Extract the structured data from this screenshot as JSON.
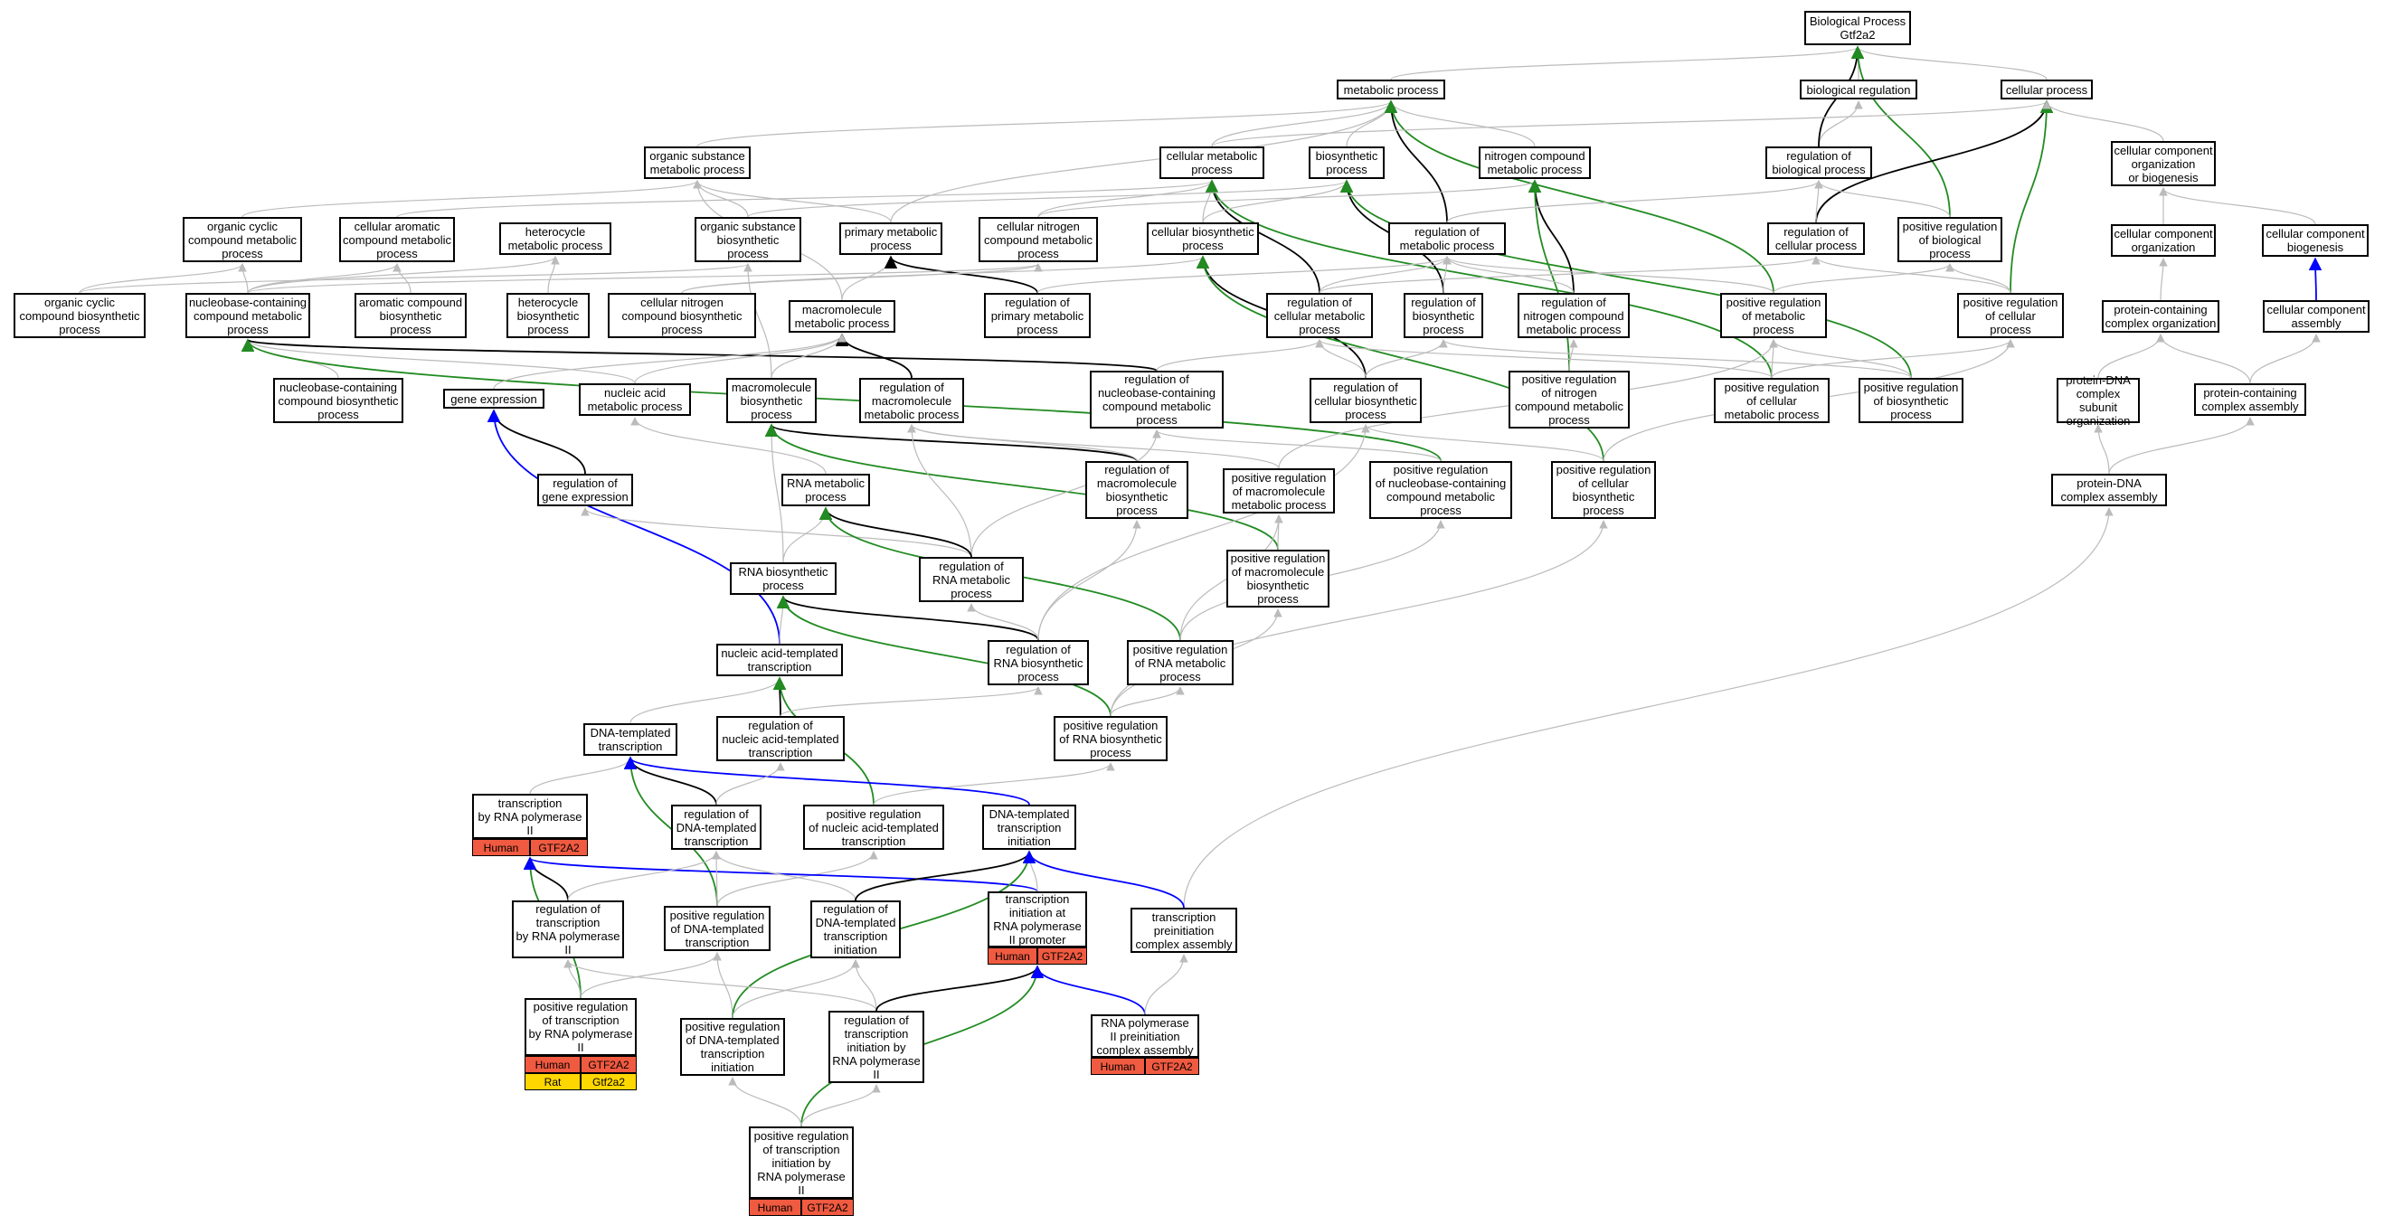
{
  "diagram": {
    "root": "Biological Process\nGtf2a2",
    "edge_colors": {
      "is_a": "#bbbbbb",
      "regulates": "#000000",
      "positively_regulates": "#228b22",
      "part_of": "#0000ff"
    },
    "annotation_colors": {
      "Human": "#f05a40",
      "Rat": "#ffd700"
    }
  },
  "nodes": [
    {
      "id": "bp",
      "label": "Biological Process\nGtf2a2"
    },
    {
      "id": "metabolic",
      "label": "metabolic process"
    },
    {
      "id": "bioreg",
      "label": "biological regulation"
    },
    {
      "id": "cellular",
      "label": "cellular process"
    },
    {
      "id": "orgsub",
      "label": "organic substance\nmetabolic process"
    },
    {
      "id": "cellmet",
      "label": "cellular metabolic\nprocess"
    },
    {
      "id": "biosyn",
      "label": "biosynthetic\nprocess"
    },
    {
      "id": "nitro",
      "label": "nitrogen compound\nmetabolic process"
    },
    {
      "id": "regbio",
      "label": "regulation of\nbiological process"
    },
    {
      "id": "ccob",
      "label": "cellular component\norganization\nor biogenesis"
    },
    {
      "id": "orgcyc",
      "label": "organic cyclic\ncompound metabolic\nprocess"
    },
    {
      "id": "cellarom",
      "label": "cellular aromatic\ncompound metabolic\nprocess"
    },
    {
      "id": "hetmet",
      "label": "heterocycle\nmetabolic process"
    },
    {
      "id": "orgsubbio",
      "label": "organic substance\nbiosynthetic\nprocess"
    },
    {
      "id": "primmet",
      "label": "primary metabolic\nprocess"
    },
    {
      "id": "cellnitmet",
      "label": "cellular nitrogen\ncompound metabolic\nprocess"
    },
    {
      "id": "cellbiosyn",
      "label": "cellular biosynthetic\nprocess"
    },
    {
      "id": "regmet",
      "label": "regulation of\nmetabolic process"
    },
    {
      "id": "regcell",
      "label": "regulation of\ncellular process"
    },
    {
      "id": "posregbio",
      "label": "positive regulation\nof biological\nprocess"
    },
    {
      "id": "ccorg",
      "label": "cellular component\norganization"
    },
    {
      "id": "ccbiog",
      "label": "cellular component\nbiogenesis"
    },
    {
      "id": "orgcycbio",
      "label": "organic cyclic\ncompound biosynthetic\nprocess"
    },
    {
      "id": "nucmet",
      "label": "nucleobase-containing\ncompound metabolic\nprocess"
    },
    {
      "id": "aromb",
      "label": "aromatic compound\nbiosynthetic\nprocess"
    },
    {
      "id": "hetbio",
      "label": "heterocycle\nbiosynthetic\nprocess"
    },
    {
      "id": "cellnitbio",
      "label": "cellular nitrogen\ncompound biosynthetic\nprocess"
    },
    {
      "id": "macromet",
      "label": "macromolecule\nmetabolic process"
    },
    {
      "id": "regprim",
      "label": "regulation of\nprimary metabolic\nprocess"
    },
    {
      "id": "regcellmet",
      "label": "regulation of\ncellular metabolic\nprocess"
    },
    {
      "id": "regbiosyn",
      "label": "regulation of\nbiosynthetic\nprocess"
    },
    {
      "id": "regnitro",
      "label": "regulation of\nnitrogen compound\nmetabolic process"
    },
    {
      "id": "posregmet",
      "label": "positive regulation\nof metabolic\nprocess"
    },
    {
      "id": "posregcell",
      "label": "positive regulation\nof cellular\nprocess"
    },
    {
      "id": "pcco",
      "label": "protein-containing\ncomplex organization"
    },
    {
      "id": "ccasm",
      "label": "cellular component\nassembly"
    },
    {
      "id": "nucbio",
      "label": "nucleobase-containing\ncompound biosynthetic\nprocess"
    },
    {
      "id": "geneexp",
      "label": "gene expression"
    },
    {
      "id": "nucacid",
      "label": "nucleic acid\nmetabolic process"
    },
    {
      "id": "macrobio",
      "label": "macromolecule\nbiosynthetic\nprocess"
    },
    {
      "id": "regmacromet",
      "label": "regulation of\nmacromolecule\nmetabolic process"
    },
    {
      "id": "regnucmet",
      "label": "regulation of\nnucleobase-containing\ncompound metabolic\nprocess"
    },
    {
      "id": "regcellbio",
      "label": "regulation of\ncellular biosynthetic\nprocess"
    },
    {
      "id": "posregnit",
      "label": "positive regulation\nof nitrogen\ncompound metabolic\nprocess"
    },
    {
      "id": "posregcellmet",
      "label": "positive regulation\nof cellular\nmetabolic process"
    },
    {
      "id": "posregbiosyn",
      "label": "positive regulation\nof biosynthetic\nprocess"
    },
    {
      "id": "pdnasub",
      "label": "protein-DNA\ncomplex subunit\norganization"
    },
    {
      "id": "pcasm",
      "label": "protein-containing\ncomplex assembly"
    },
    {
      "id": "reggeneexp",
      "label": "regulation of\ngene expression"
    },
    {
      "id": "rnamet",
      "label": "RNA metabolic\nprocess"
    },
    {
      "id": "regmacrobio",
      "label": "regulation of\nmacromolecule\nbiosynthetic\nprocess"
    },
    {
      "id": "posregmacromet",
      "label": "positive regulation\nof macromolecule\nmetabolic process"
    },
    {
      "id": "posregnucmet",
      "label": "positive regulation\nof nucleobase-containing\ncompound metabolic\nprocess"
    },
    {
      "id": "posregcellbio",
      "label": "positive regulation\nof cellular\nbiosynthetic\nprocess"
    },
    {
      "id": "pdnaasm",
      "label": "protein-DNA\ncomplex assembly"
    },
    {
      "id": "rnabio",
      "label": "RNA biosynthetic\nprocess"
    },
    {
      "id": "regrnamet",
      "label": "regulation of\nRNA metabolic\nprocess"
    },
    {
      "id": "posregmacrobio",
      "label": "positive regulation\nof macromolecule\nbiosynthetic\nprocess"
    },
    {
      "id": "nattx",
      "label": "nucleic acid-templated\ntranscription"
    },
    {
      "id": "regrnabio",
      "label": "regulation of\nRNA biosynthetic\nprocess"
    },
    {
      "id": "posregrnamet",
      "label": "positive regulation\nof RNA metabolic\nprocess"
    },
    {
      "id": "dnatx",
      "label": "DNA-templated\ntranscription"
    },
    {
      "id": "regnattx",
      "label": "regulation of\nnucleic acid-templated\ntranscription"
    },
    {
      "id": "posregrnabio",
      "label": "positive regulation\nof RNA biosynthetic\nprocess"
    },
    {
      "id": "txpol2",
      "label": "transcription\nby RNA polymerase\nII",
      "annotations": [
        [
          "Human",
          "GTF2A2"
        ]
      ]
    },
    {
      "id": "regdnatx",
      "label": "regulation of\nDNA-templated\ntranscription"
    },
    {
      "id": "posregnattx",
      "label": "positive regulation\nof nucleic acid-templated\ntranscription"
    },
    {
      "id": "dnatxinit",
      "label": "DNA-templated\ntranscription\ninitiation"
    },
    {
      "id": "regtxpol2",
      "label": "regulation of\ntranscription\nby RNA polymerase\nII"
    },
    {
      "id": "posregdnatx",
      "label": "positive regulation\nof DNA-templated\ntranscription"
    },
    {
      "id": "regdnatxinit",
      "label": "regulation of\nDNA-templated\ntranscription\ninitiation"
    },
    {
      "id": "txinitpol2",
      "label": "transcription\ninitiation at\nRNA polymerase\nII promoter",
      "annotations": [
        [
          "Human",
          "GTF2A2"
        ]
      ]
    },
    {
      "id": "pic",
      "label": "transcription\npreinitiation\ncomplex assembly"
    },
    {
      "id": "posregtxpol2",
      "label": "positive regulation\nof transcription\nby RNA polymerase\nII",
      "annotations": [
        [
          "Human",
          "GTF2A2"
        ],
        [
          "Rat",
          "Gtf2a2"
        ]
      ]
    },
    {
      "id": "posregdnatxinit",
      "label": "positive regulation\nof DNA-templated\ntranscription\ninitiation"
    },
    {
      "id": "regtxinitpol2",
      "label": "regulation of\ntranscription\ninitiation by\nRNA polymerase\nII"
    },
    {
      "id": "pol2pic",
      "label": "RNA polymerase\nII preinitiation\ncomplex assembly",
      "annotations": [
        [
          "Human",
          "GTF2A2"
        ]
      ]
    },
    {
      "id": "posregtxinitpol2",
      "label": "positive regulation\nof transcription\ninitiation by\nRNA polymerase\nII",
      "annotations": [
        [
          "Human",
          "GTF2A2"
        ]
      ]
    }
  ],
  "edges": [
    [
      "bp",
      "metabolic",
      "g"
    ],
    [
      "bp",
      "bioreg",
      "g"
    ],
    [
      "bp",
      "cellular",
      "g"
    ],
    [
      "metabolic",
      "orgsub",
      "g"
    ],
    [
      "metabolic",
      "cellmet",
      "g"
    ],
    [
      "metabolic",
      "biosyn",
      "g"
    ],
    [
      "metabolic",
      "nitro",
      "g"
    ],
    [
      "metabolic",
      "primmet",
      "g"
    ],
    [
      "metabolic",
      "regmet",
      "r"
    ],
    [
      "metabolic",
      "posregmet",
      "p"
    ],
    [
      "bioreg",
      "regbio",
      "g"
    ],
    [
      "bp",
      "regbio",
      "r"
    ],
    [
      "bp",
      "posregbio",
      "p"
    ],
    [
      "cellular",
      "cellmet",
      "g"
    ],
    [
      "cellular",
      "regcell",
      "r"
    ],
    [
      "cellular",
      "posregcell",
      "p"
    ],
    [
      "cellular",
      "ccob",
      "g"
    ],
    [
      "orgsub",
      "orgcyc",
      "g"
    ],
    [
      "orgsub",
      "orgsubbio",
      "g"
    ],
    [
      "orgsub",
      "primmet",
      "g"
    ],
    [
      "orgsub",
      "macromet",
      "g"
    ],
    [
      "cellmet",
      "cellarom",
      "g"
    ],
    [
      "cellmet",
      "cellnitmet",
      "g"
    ],
    [
      "cellmet",
      "cellbiosyn",
      "g"
    ],
    [
      "cellmet",
      "regcellmet",
      "r"
    ],
    [
      "cellmet",
      "posregcellmet",
      "p"
    ],
    [
      "biosyn",
      "cellbiosyn",
      "g"
    ],
    [
      "biosyn",
      "orgsubbio",
      "g"
    ],
    [
      "biosyn",
      "regbiosyn",
      "r"
    ],
    [
      "biosyn",
      "posregbiosyn",
      "p"
    ],
    [
      "nitro",
      "cellnitmet",
      "g"
    ],
    [
      "nitro",
      "regnitro",
      "r"
    ],
    [
      "nitro",
      "posregnit",
      "p"
    ],
    [
      "regbio",
      "regmet",
      "g"
    ],
    [
      "regbio",
      "regcell",
      "g"
    ],
    [
      "regbio",
      "posregbio",
      "g"
    ],
    [
      "ccob",
      "ccorg",
      "g"
    ],
    [
      "ccob",
      "ccbiog",
      "g"
    ],
    [
      "orgcyc",
      "orgcycbio",
      "g"
    ],
    [
      "orgcyc",
      "nucmet",
      "g"
    ],
    [
      "cellarom",
      "nucmet",
      "g"
    ],
    [
      "cellarom",
      "aromb",
      "g"
    ],
    [
      "hetmet",
      "nucmet",
      "g"
    ],
    [
      "hetmet",
      "hetbio",
      "g"
    ],
    [
      "orgsubbio",
      "orgcycbio",
      "g"
    ],
    [
      "orgsubbio",
      "macrobio",
      "g"
    ],
    [
      "primmet",
      "macromet",
      "g"
    ],
    [
      "primmet",
      "regprim",
      "r"
    ],
    [
      "cellnitmet",
      "nucmet",
      "g"
    ],
    [
      "cellnitmet",
      "cellnitbio",
      "g"
    ],
    [
      "cellbiosyn",
      "cellnitbio",
      "g"
    ],
    [
      "cellbiosyn",
      "regcellbio",
      "r"
    ],
    [
      "cellbiosyn",
      "posregcellbio",
      "p"
    ],
    [
      "regmet",
      "regprim",
      "g"
    ],
    [
      "regmet",
      "regcellmet",
      "g"
    ],
    [
      "regmet",
      "regbiosyn",
      "g"
    ],
    [
      "regmet",
      "regnitro",
      "g"
    ],
    [
      "regmet",
      "posregmet",
      "g"
    ],
    [
      "regcell",
      "regcellmet",
      "g"
    ],
    [
      "regcell",
      "posregcell",
      "g"
    ],
    [
      "posregbio",
      "posregmet",
      "g"
    ],
    [
      "posregbio",
      "posregcell",
      "g"
    ],
    [
      "ccorg",
      "pcco",
      "g"
    ],
    [
      "ccbiog",
      "ccasm",
      "b"
    ],
    [
      "nucmet",
      "nucbio",
      "g"
    ],
    [
      "nucmet",
      "nucacid",
      "g"
    ],
    [
      "nucmet",
      "regnucmet",
      "r"
    ],
    [
      "nucmet",
      "posregnucmet",
      "p"
    ],
    [
      "macromet",
      "macrobio",
      "g"
    ],
    [
      "macromet",
      "nucacid",
      "g"
    ],
    [
      "macromet",
      "regmacromet",
      "r"
    ],
    [
      "macromet",
      "geneexp",
      "g"
    ],
    [
      "regcellmet",
      "regnucmet",
      "g"
    ],
    [
      "regcellmet",
      "regcellbio",
      "g"
    ],
    [
      "regcellmet",
      "posregcellmet",
      "g"
    ],
    [
      "regbiosyn",
      "regcellbio",
      "g"
    ],
    [
      "regbiosyn",
      "posregbiosyn",
      "g"
    ],
    [
      "regnitro",
      "posregnit",
      "g"
    ],
    [
      "posregmet",
      "posregcellmet",
      "g"
    ],
    [
      "posregmet",
      "posregbiosyn",
      "g"
    ],
    [
      "posregmet",
      "posregmacromet",
      "g"
    ],
    [
      "posregcell",
      "posregcellmet",
      "g"
    ],
    [
      "posregcell",
      "posregcellbio",
      "g"
    ],
    [
      "pcco",
      "pdnasub",
      "g"
    ],
    [
      "ccasm",
      "pcasm",
      "g"
    ],
    [
      "pcco",
      "pcasm",
      "g"
    ],
    [
      "geneexp",
      "reggeneexp",
      "r"
    ],
    [
      "geneexp",
      "nattx",
      "b"
    ],
    [
      "nucacid",
      "rnamet",
      "g"
    ],
    [
      "macrobio",
      "rnabio",
      "g"
    ],
    [
      "macrobio",
      "regmacrobio",
      "r"
    ],
    [
      "macrobio",
      "posregmacrobio",
      "p"
    ],
    [
      "regmacromet",
      "regmacrobio",
      "g"
    ],
    [
      "regmacromet",
      "regrnamet",
      "g"
    ],
    [
      "regmacromet",
      "posregmacromet",
      "g"
    ],
    [
      "regnucmet",
      "regrnamet",
      "g"
    ],
    [
      "regnucmet",
      "posregnucmet",
      "g"
    ],
    [
      "regcellbio",
      "regrnabio",
      "g"
    ],
    [
      "regcellbio",
      "posregcellbio",
      "g"
    ],
    [
      "pdnasub",
      "pdnaasm",
      "g"
    ],
    [
      "pcasm",
      "pdnaasm",
      "g"
    ],
    [
      "reggeneexp",
      "regrnamet",
      "g"
    ],
    [
      "rnamet",
      "rnabio",
      "g"
    ],
    [
      "rnamet",
      "regrnamet",
      "r"
    ],
    [
      "rnamet",
      "posregrnamet",
      "p"
    ],
    [
      "regmacrobio",
      "regrnabio",
      "g"
    ],
    [
      "posregmacromet",
      "posregmacrobio",
      "g"
    ],
    [
      "posregmacromet",
      "posregrnamet",
      "g"
    ],
    [
      "posregnucmet",
      "posregrnamet",
      "g"
    ],
    [
      "posregcellbio",
      "posregrnabio",
      "g"
    ],
    [
      "pdnaasm",
      "pic",
      "g"
    ],
    [
      "rnabio",
      "nattx",
      "g"
    ],
    [
      "rnabio",
      "regrnabio",
      "r"
    ],
    [
      "rnabio",
      "posregrnabio",
      "p"
    ],
    [
      "regrnamet",
      "regrnabio",
      "g"
    ],
    [
      "posregrnamet",
      "posregrnabio",
      "g"
    ],
    [
      "posregmacrobio",
      "posregrnabio",
      "g"
    ],
    [
      "nattx",
      "dnatx",
      "g"
    ],
    [
      "nattx",
      "regnattx",
      "r"
    ],
    [
      "nattx",
      "posregnattx",
      "p"
    ],
    [
      "regrnabio",
      "regnattx",
      "g"
    ],
    [
      "posregrnabio",
      "posregnattx",
      "g"
    ],
    [
      "dnatx",
      "txpol2",
      "g"
    ],
    [
      "dnatx",
      "regdnatx",
      "r"
    ],
    [
      "dnatx",
      "posregdnatx",
      "p"
    ],
    [
      "dnatx",
      "dnatxinit",
      "b"
    ],
    [
      "regnattx",
      "regdnatx",
      "g"
    ],
    [
      "posregnattx",
      "posregdnatx",
      "g"
    ],
    [
      "txpol2",
      "regtxpol2",
      "r"
    ],
    [
      "txpol2",
      "posregtxpol2",
      "p"
    ],
    [
      "txpol2",
      "txinitpol2",
      "b"
    ],
    [
      "regdnatx",
      "regtxpol2",
      "g"
    ],
    [
      "regdnatx",
      "regdnatxinit",
      "g"
    ],
    [
      "regdnatx",
      "posregdnatx",
      "g"
    ],
    [
      "posregdnatx",
      "posregtxpol2",
      "g"
    ],
    [
      "posregdnatx",
      "posregdnatxinit",
      "g"
    ],
    [
      "dnatxinit",
      "regdnatxinit",
      "r"
    ],
    [
      "dnatxinit",
      "txinitpol2",
      "g"
    ],
    [
      "dnatxinit",
      "posregdnatxinit",
      "p"
    ],
    [
      "dnatxinit",
      "pic",
      "b"
    ],
    [
      "regtxpol2",
      "posregtxpol2",
      "g"
    ],
    [
      "regtxpol2",
      "regtxinitpol2",
      "g"
    ],
    [
      "regdnatxinit",
      "regtxinitpol2",
      "g"
    ],
    [
      "regdnatxinit",
      "posregdnatxinit",
      "g"
    ],
    [
      "txinitpol2",
      "regtxinitpol2",
      "r"
    ],
    [
      "txinitpol2",
      "posregtxinitpol2",
      "p"
    ],
    [
      "txinitpol2",
      "pol2pic",
      "b"
    ],
    [
      "pic",
      "pol2pic",
      "g"
    ],
    [
      "posregdnatxinit",
      "posregtxinitpol2",
      "g"
    ],
    [
      "regtxinitpol2",
      "posregtxinitpol2",
      "g"
    ]
  ]
}
